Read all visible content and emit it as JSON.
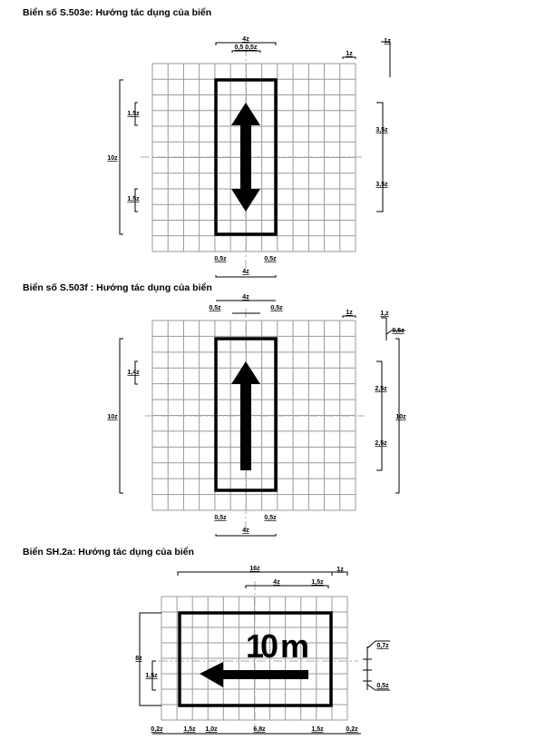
{
  "sections": [
    {
      "title": "Biển số S.503e: Hướng tác dụng của biển",
      "dims": {
        "top_width": "4z",
        "top_sub": "0,5 0,5z",
        "cell": "1z",
        "right_top": "1z",
        "left_total": "10z",
        "head_upper": "1,5z",
        "head_lower": "1,5z",
        "right_upper": "3,5z",
        "right_lower": "3,5z",
        "bottom_left": "0,5z",
        "bottom_right": "0,5z",
        "bottom_width": "4z"
      }
    },
    {
      "title": "Biển số S.503f : Hướng tác dụng của biển",
      "dims": {
        "top_width": "4z",
        "top_left": "0,5z",
        "top_right": "0,5z",
        "cell": "1z",
        "right_top": "1,z",
        "right_small": "0,5z",
        "left_total": "10z",
        "head": "1,4z",
        "right_upper": "2,5z",
        "right_lower": "2,5z",
        "right_total": "10z",
        "bottom_left": "0,5z",
        "bottom_right": "0,5z",
        "bottom_width": "4z"
      }
    },
    {
      "title": "Biển SH.2a: Hướng tác dụng của biển",
      "sign_text": "10 m",
      "dims": {
        "top_total": "16z",
        "top_cell": "1z",
        "text_width": "4z",
        "text_gap": "1,5z",
        "left_total": "8z",
        "arrow_head": "1,5z",
        "right_upper": "0,7z",
        "right_lower": "0,5z",
        "b1": "0,2z",
        "b2": "1,5z",
        "b3": "1,0z",
        "b4": "6,8z",
        "b5": "1,5z",
        "b6": "0,2z"
      }
    }
  ]
}
